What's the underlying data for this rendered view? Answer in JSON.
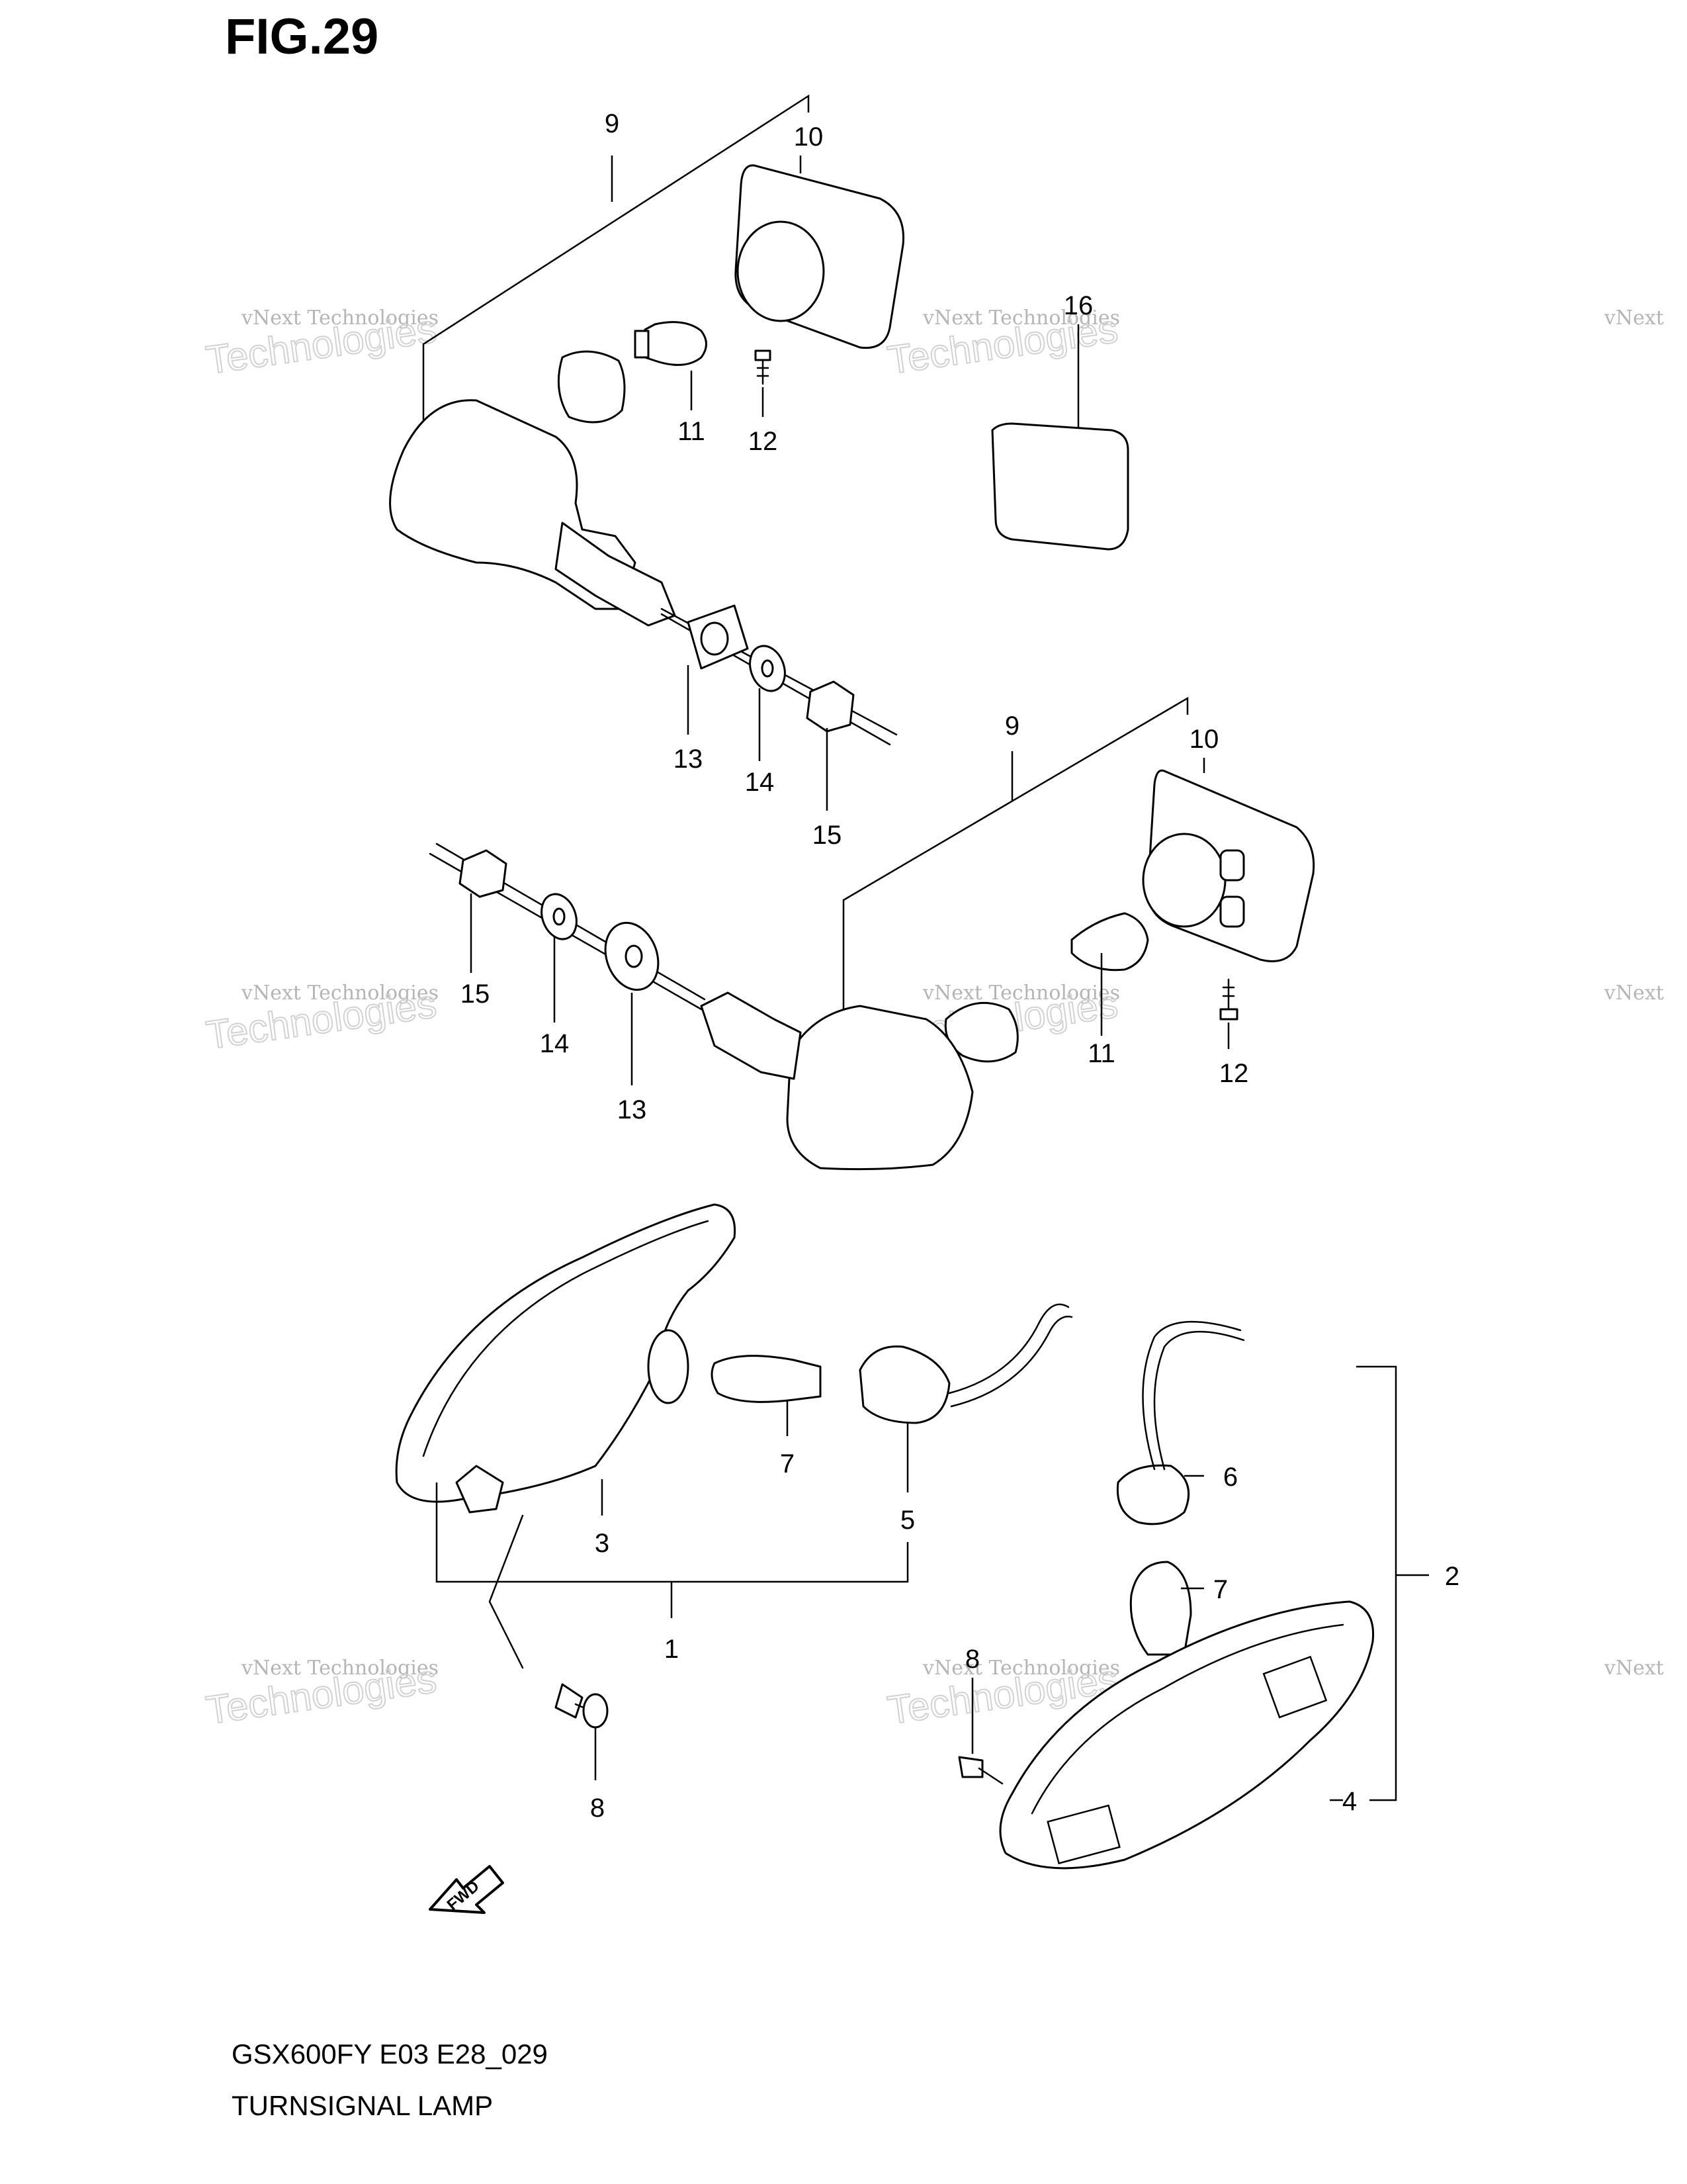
{
  "figure": {
    "title": "FIG.29"
  },
  "footer": {
    "model_code": "GSX600FY E03 E28_029",
    "part_name": "TURNSIGNAL LAMP"
  },
  "watermark": {
    "line1": "vNext Technologies",
    "line2": "Technologies",
    "line3": "vNext"
  },
  "fwd_label": "FWD",
  "callouts": {
    "top_9": "9",
    "top_10": "10",
    "top_11": "11",
    "top_12": "12",
    "top_16": "16",
    "top_13": "13",
    "top_14": "14",
    "top_15": "15",
    "mid_9": "9",
    "mid_10": "10",
    "mid_11": "11",
    "mid_12": "12",
    "mid_13": "13",
    "mid_14": "14",
    "mid_15": "15",
    "bot_1": "1",
    "bot_2": "2",
    "bot_3": "3",
    "bot_4": "4",
    "bot_5": "5",
    "bot_6": "6",
    "bot_7a": "7",
    "bot_7b": "7",
    "bot_8a": "8",
    "bot_8b": "8"
  }
}
